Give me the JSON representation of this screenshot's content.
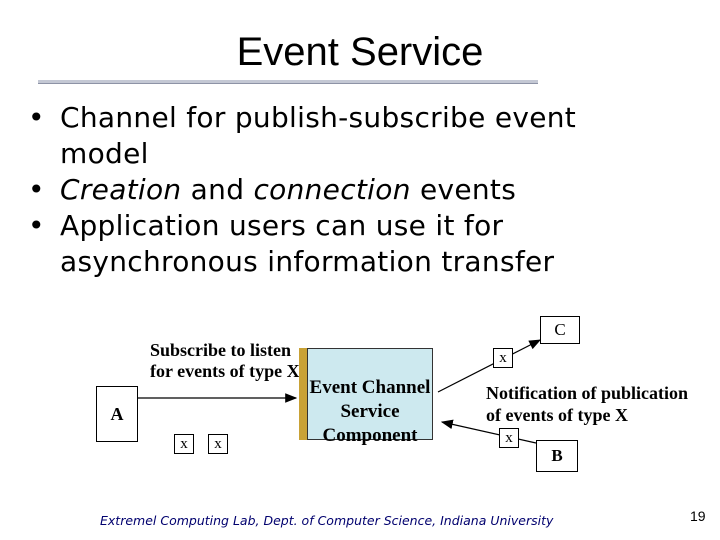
{
  "slide": {
    "title": "Event Service",
    "bullets": [
      {
        "text": "Channel for publish-subscribe event model"
      },
      {
        "prefix": "",
        "em": "Creation",
        "mid": " and ",
        "em2": "connection",
        "suffix": " events"
      },
      {
        "text": "Application users can use it for asynchronous information transfer"
      }
    ],
    "bullet_1": "Channel for publish-subscribe event model",
    "bullet_2_em1": "Creation",
    "bullet_2_mid": " and ",
    "bullet_2_em2": "connection",
    "bullet_2_end": " events",
    "bullet_3": "Application users can use it for asynchronous information transfer"
  },
  "diagram": {
    "node_a": "A",
    "node_b": "B",
    "node_c": "C",
    "subscribe_label": "Subscribe to listen for events of type X",
    "x_left_1": "x",
    "x_left_2": "x",
    "x_top_right": "x",
    "x_bottom_right": "x",
    "channel_label_1": "Event Channel",
    "channel_label_2": "Service",
    "channel_label_3": "Component",
    "notification_label_1": "Notification of publication",
    "notification_label_2": "of events of type X"
  },
  "footer": {
    "credit": "Extremel Computing Lab, Dept. of Computer Science, Indiana University",
    "page_number": "19"
  }
}
